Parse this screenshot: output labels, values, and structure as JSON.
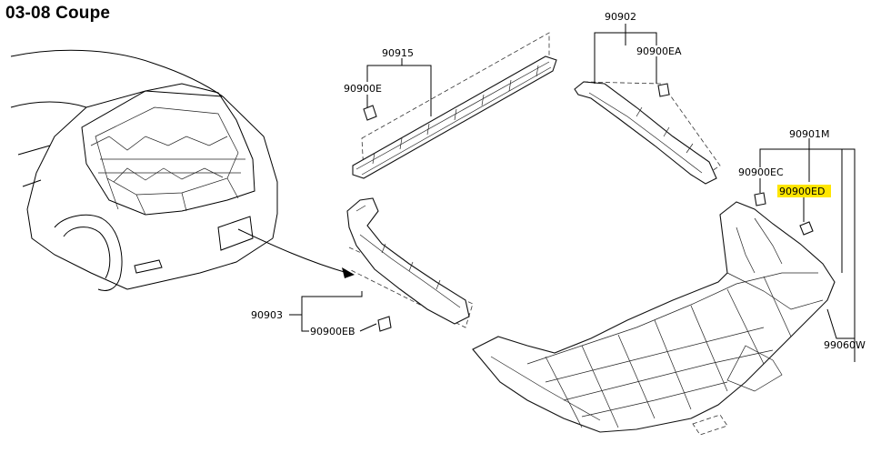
{
  "title": "03-08 Coupe",
  "highlight_color": "#ffe600",
  "callouts": {
    "p90902": "90902",
    "p90900EA": "90900EA",
    "p90915": "90915",
    "p90900E": "90900E",
    "p90901M": "90901M",
    "p90900EC": "90900EC",
    "p90900ED": "90900ED",
    "p90903": "90903",
    "p90900EB": "90900EB",
    "p99060W": "99060W"
  }
}
